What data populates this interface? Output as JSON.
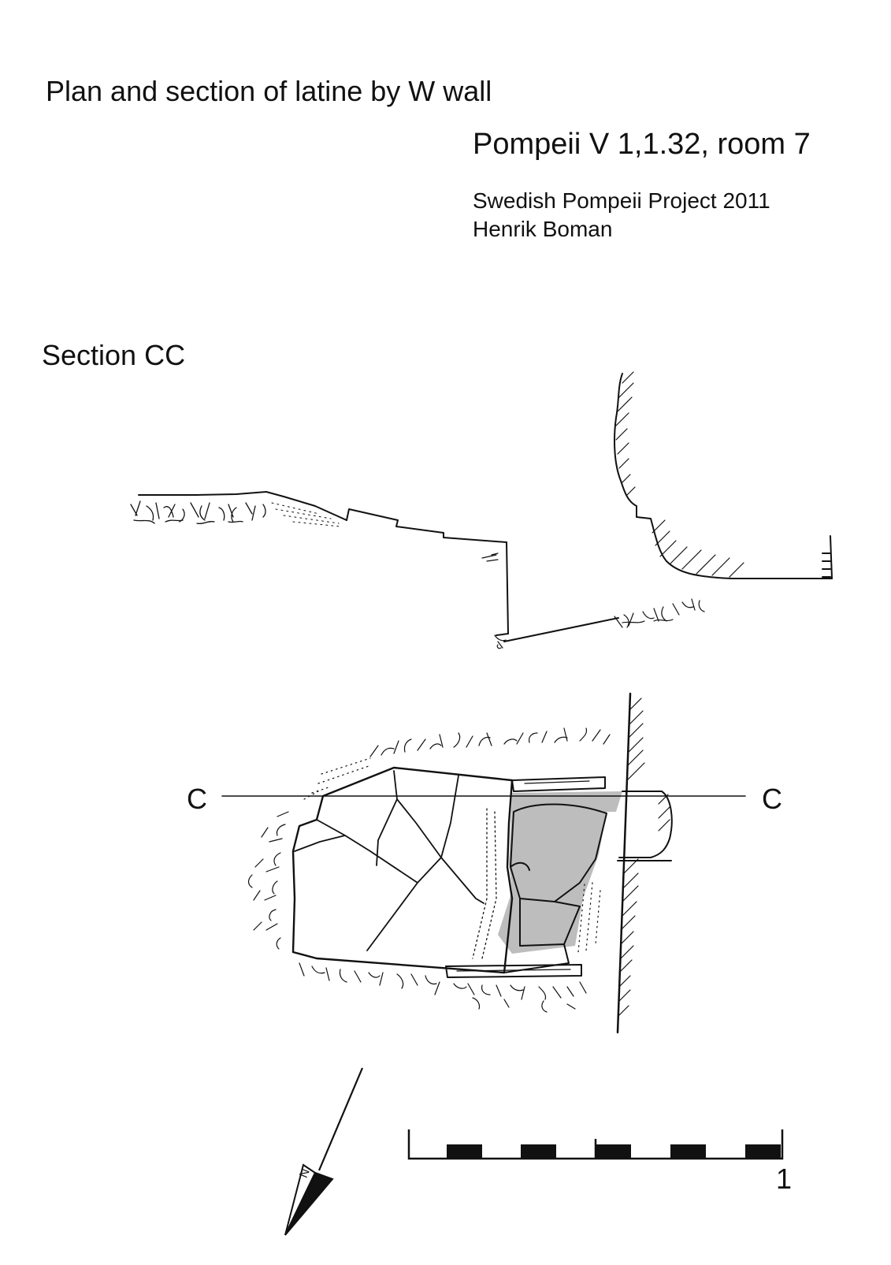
{
  "title": "Plan and section of latine by W wall",
  "site": "Pompeii V 1,1.32, room 7",
  "project": "Swedish Pompeii Project 2011",
  "author": "Henrik Boman",
  "section_label": "Section CC",
  "section_line": {
    "left_label": "C",
    "right_label": "C"
  },
  "north_arrow": {
    "label": "N"
  },
  "scale_bar": {
    "label": "1"
  },
  "colors": {
    "ink": "#111111",
    "mortar_fill": "#bdbdbd",
    "paper": "#ffffff"
  }
}
